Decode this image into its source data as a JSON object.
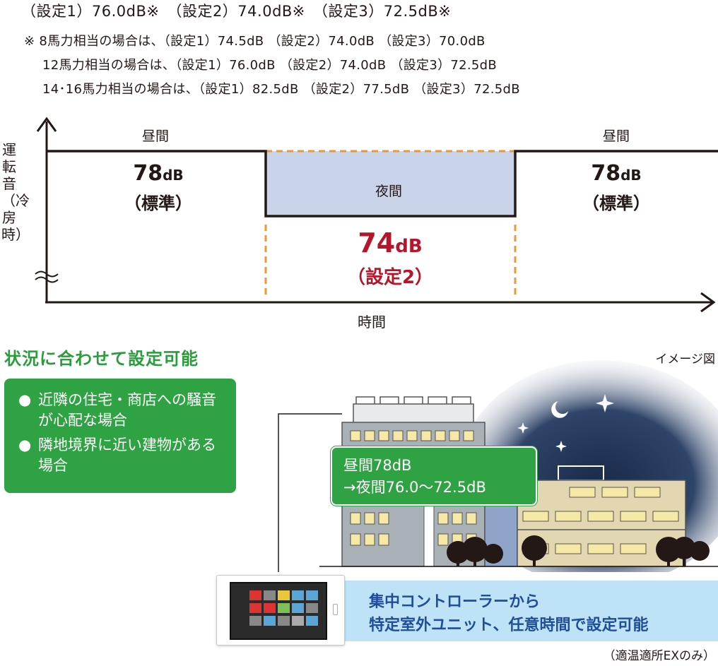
{
  "top_line": "（設定1）76.0dB※　（設定2）74.0dB※　（設定3）72.5dB※",
  "notes": [
    "※ 8馬力相当の場合は、（設定1）74.5dB （設定2）74.0dB （設定3）70.0dB",
    "12馬力相当の場合は、（設定1）76.0dB （設定2）74.0dB （設定3）72.5dB",
    "14･16馬力相当の場合は、（設定1）82.5dB （設定2）77.5dB （設定3）72.5dB"
  ],
  "diagram": {
    "y_axis_label": "運転音（冷房時）",
    "x_axis_label": "時間",
    "left_zone": {
      "label": "昼間",
      "value": "78",
      "unit": "dB",
      "sub": "（標準）"
    },
    "middle_zone": {
      "label": "夜間",
      "value": "74",
      "unit": "dB",
      "sub": "（設定2）"
    },
    "right_zone": {
      "label": "昼間",
      "value": "78",
      "unit": "dB",
      "sub": "（標準）"
    },
    "colors": {
      "night_fill": "#c9d4ea",
      "dashed": "#e59a3b",
      "setting_red": "#b5162b",
      "line": "#231815"
    }
  },
  "green_section": {
    "title": "状況に合わせて設定可能",
    "bullets": [
      "近隣の住宅・商店への騒音が心配な場合",
      "隣地境界に近い建物がある場合"
    ],
    "bullet_glyph": "●"
  },
  "illustration": {
    "image_label": "イメージ図",
    "callout_lines": [
      "昼間78dB",
      "→夜間76.0〜72.5dB"
    ]
  },
  "controller": {
    "lines": [
      "集中コントローラーから",
      "特定室外ユニット、任意時間で設定可能"
    ],
    "footnote": "（適温適所EXのみ）"
  },
  "accent_green": "#2fa243"
}
